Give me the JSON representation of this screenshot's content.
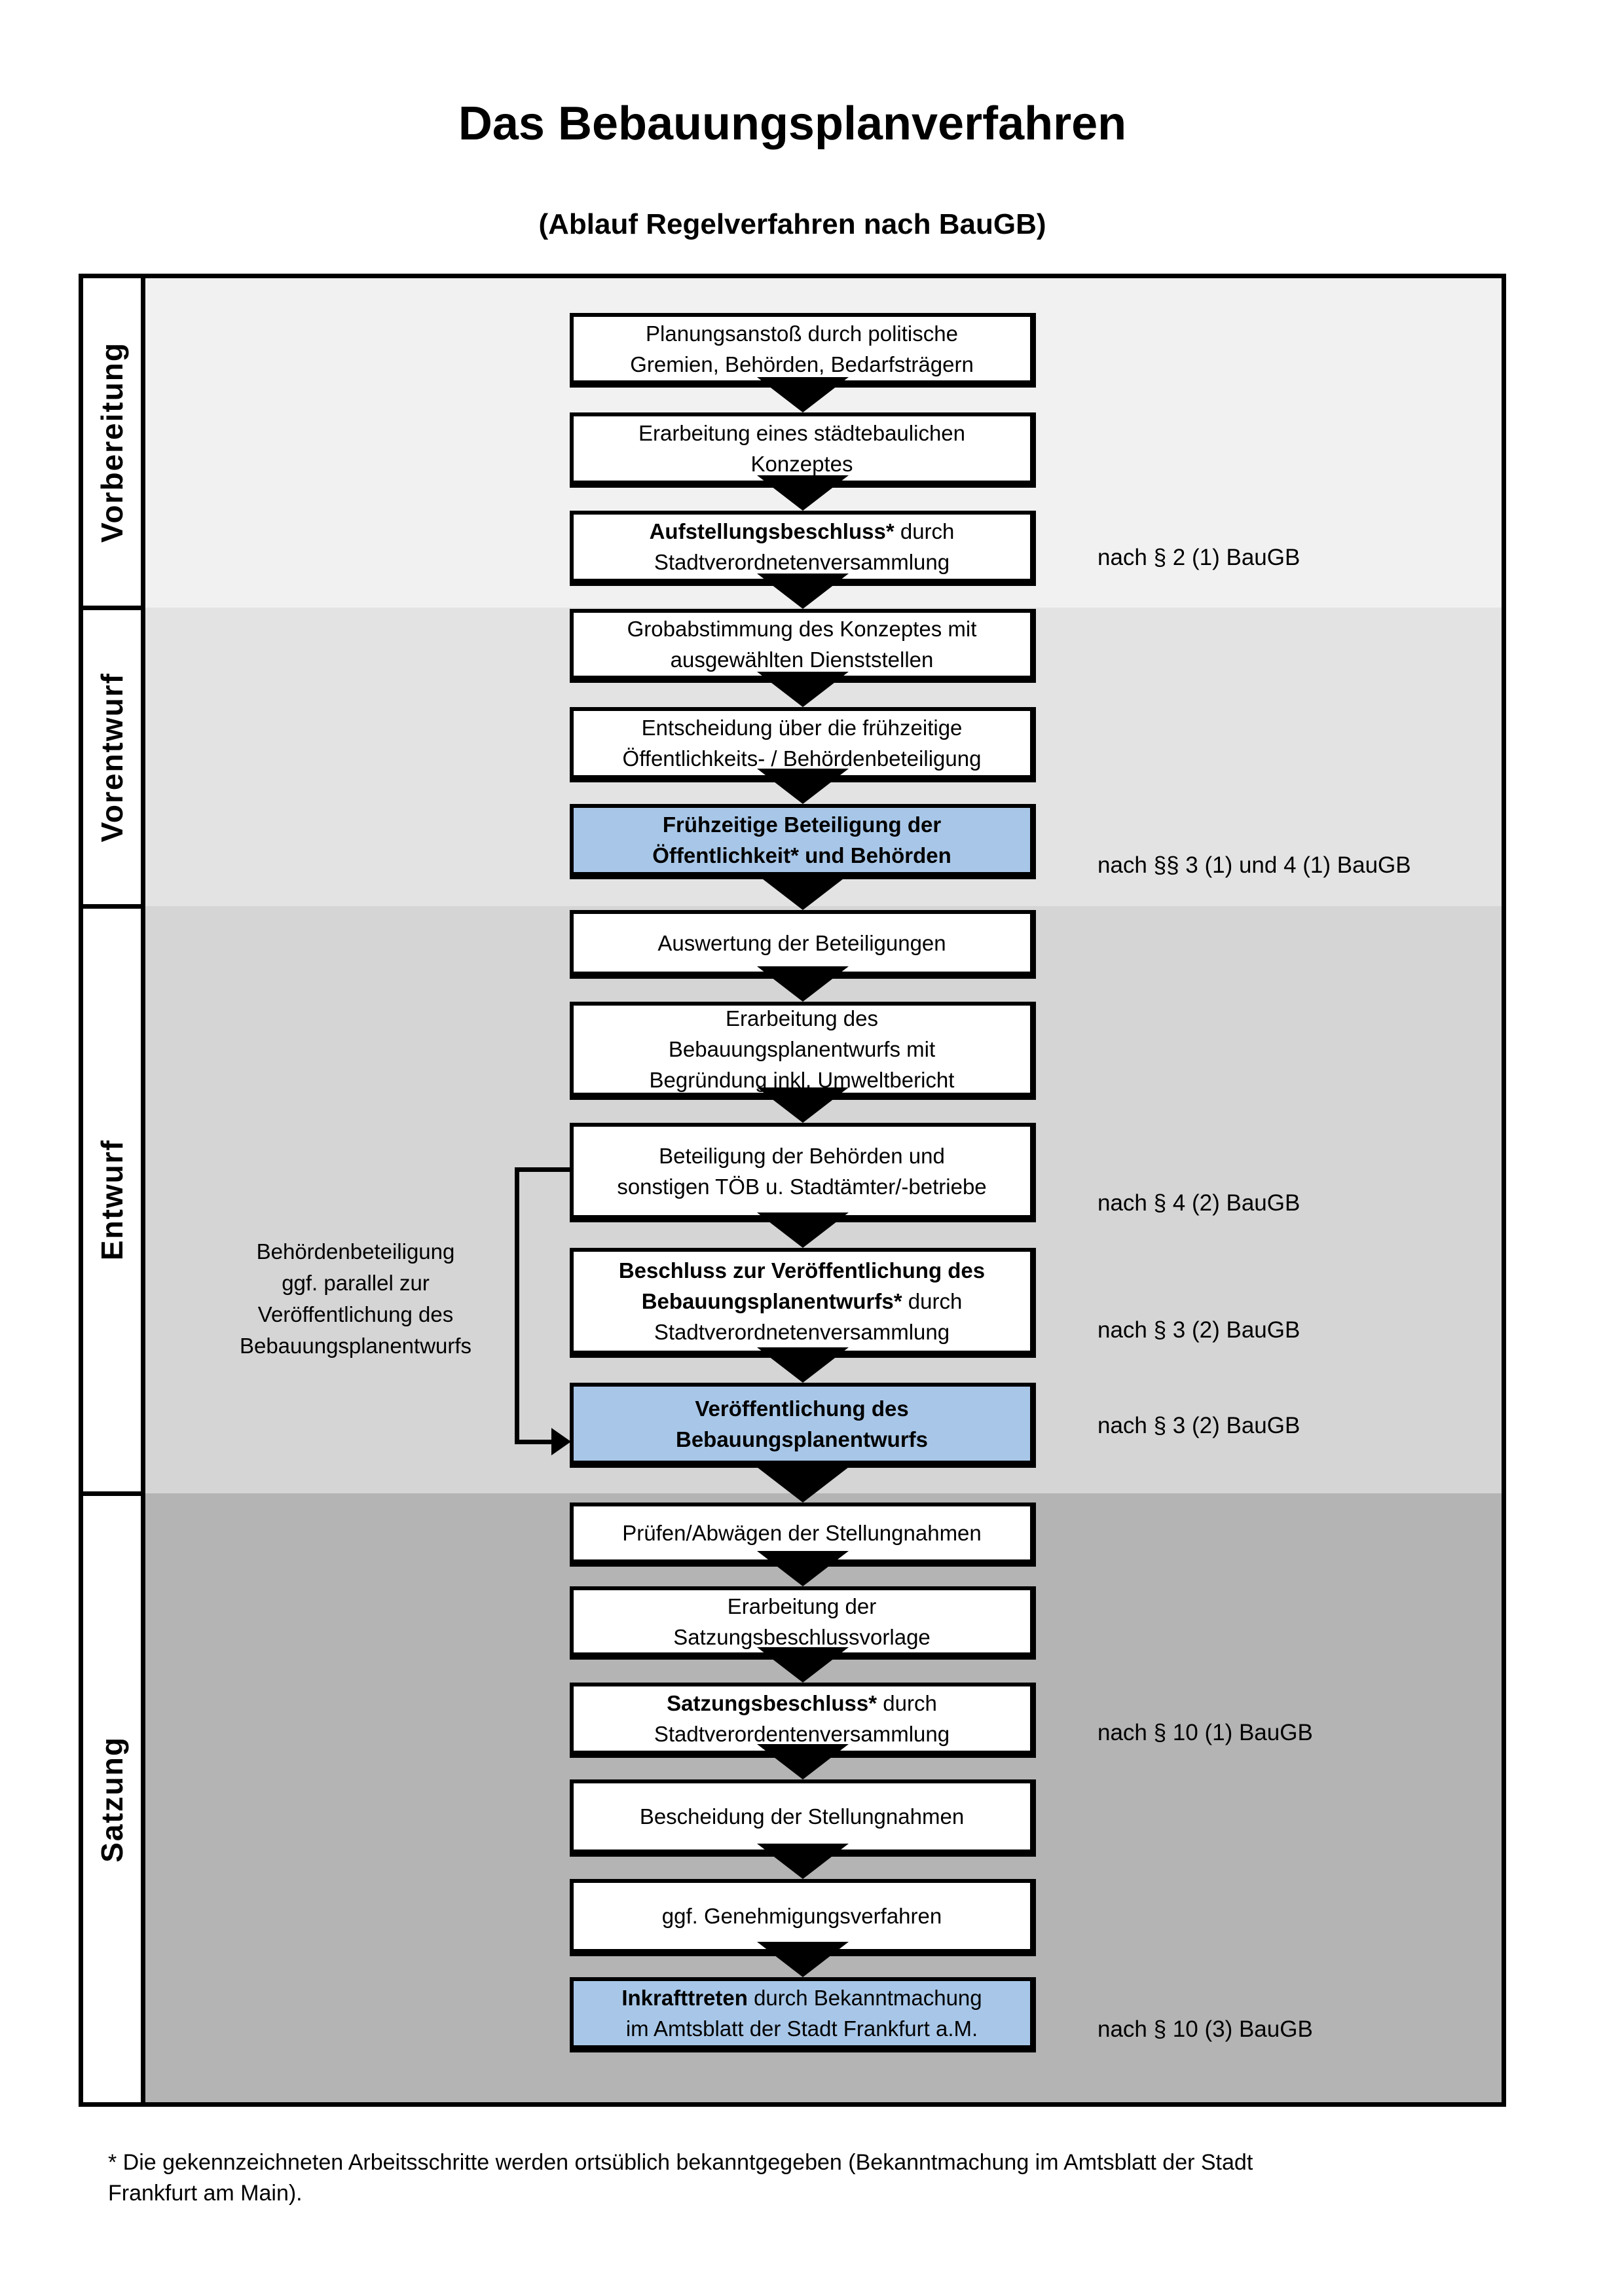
{
  "header": {
    "title": "Das Bebauungsplanverfahren",
    "subtitle": "(Ablauf Regelverfahren nach BauGB)"
  },
  "colors": {
    "highlight_blue": "#a8c7e8",
    "phase_backgrounds": [
      "#f1f1f1",
      "#e3e3e3",
      "#d5d5d5",
      "#b4b4b4"
    ]
  },
  "phases": [
    {
      "label": "Vorbereitung"
    },
    {
      "label": "Vorentwurf"
    },
    {
      "label": "Entwurf"
    },
    {
      "label": "Satzung"
    }
  ],
  "boxes": {
    "planungsanstoss": {
      "line1": "Planungsanstoß durch politische",
      "line2": "Gremien, Behörden, Bedarfsträgern"
    },
    "konzept": {
      "line1": "Erarbeitung eines städtebaulichen",
      "line2": "Konzeptes"
    },
    "aufstellungsbeschluss": {
      "bold1": "Aufstellungsbeschluss*",
      "rest1": " durch",
      "line2": "Stadtverordnetenversammlung"
    },
    "grobabstimmung": {
      "line1": "Grobabstimmung des Konzeptes mit",
      "line2": "ausgewählten Dienststellen"
    },
    "entscheidung": {
      "line1": "Entscheidung über die frühzeitige",
      "line2": "Öffentlichkeits- / Behördenbeteiligung"
    },
    "fruehzeitige_beteiligung": {
      "line1": "Frühzeitige Beteiligung der",
      "line2": "Öffentlichkeit* und Behörden"
    },
    "auswertung": {
      "line1": "Auswertung der Beteiligungen"
    },
    "erarbeitung_entwurf": {
      "line1": "Erarbeitung des",
      "line2": "Bebauungsplanentwurfs mit",
      "line3": "Begründung inkl. Umweltbericht"
    },
    "beteiligung_behoerden": {
      "line1": "Beteiligung der Behörden und",
      "line2": "sonstigen TÖB u. Stadtämter/-betriebe"
    },
    "beschluss_veroeffentlichung": {
      "bold1": "Beschluss zur Veröffentlichung des",
      "bold2": "Bebauungsplanentwurfs*",
      "rest2": " durch",
      "line3": "Stadtverordnetenversammlung"
    },
    "veroeffentlichung": {
      "line1": "Veröffentlichung des",
      "line2": "Bebauungsplanentwurfs"
    },
    "pruefen": {
      "line1": "Prüfen/Abwägen der Stellungnahmen"
    },
    "satzungsvorlage": {
      "line1": "Erarbeitung der",
      "line2": "Satzungsbeschlussvorlage"
    },
    "satzungsbeschluss": {
      "bold1": "Satzungsbeschluss*",
      "rest1": " durch",
      "line2": "Stadtverordentenversammlung"
    },
    "bescheidung": {
      "line1": "Bescheidung der Stellungnahmen"
    },
    "genehmigung": {
      "line1": "ggf. Genehmigungsverfahren"
    },
    "inkrafttreten": {
      "bold1": "Inkrafttreten",
      "rest1": " durch Bekanntmachung",
      "line2": "im Amtsblatt der Stadt Frankfurt a.M."
    }
  },
  "side_note": {
    "line1": "Behördenbeteiligung",
    "line2": "ggf. parallel zur",
    "line3": "Veröffentlichung des",
    "line4": "Bebauungsplanentwurfs"
  },
  "law_refs": {
    "ref1": "nach § 2 (1) BauGB",
    "ref2": "nach §§ 3 (1) und 4 (1) BauGB",
    "ref3": "nach § 4 (2) BauGB",
    "ref4": "nach § 3 (2) BauGB",
    "ref5": "nach § 3 (2) BauGB",
    "ref6": "nach § 10 (1) BauGB",
    "ref7": "nach § 10 (3) BauGB"
  },
  "footnote": {
    "line1": "* Die gekennzeichneten Arbeitsschritte werden ortsüblich bekanntgegeben (Bekanntmachung im Amtsblatt  der Stadt",
    "line2": "Frankfurt am Main)."
  }
}
